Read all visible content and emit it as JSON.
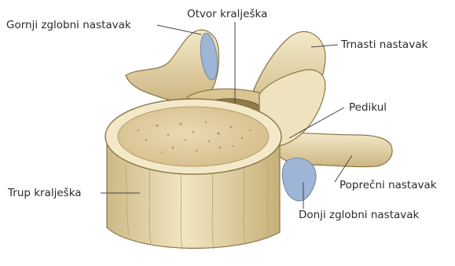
{
  "labels": {
    "superior_articular": "Gornji zglobni nastavak",
    "vertebral_foramen": "Otvor kralješka",
    "spinous_process": "Trnasti nastavak",
    "pedicle": "Pedikul",
    "transverse_process": "Poprečni nastavak",
    "inferior_articular": "Donji zglobni nastavak",
    "vertebral_body": "Trup kralješka"
  },
  "colors": {
    "bone": "#ecdfb4",
    "bone_shadow": "#c9b57c",
    "bone_outline": "#8a7645",
    "cancellous": "#e3cfa6",
    "cartilage": "#9fb5d6",
    "leader": "#444444"
  }
}
